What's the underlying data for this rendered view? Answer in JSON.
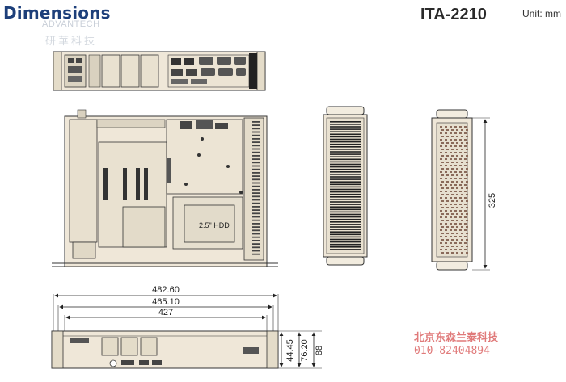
{
  "header": {
    "title": "Dimensions",
    "model": "ITA-2210",
    "unit": "Unit: mm"
  },
  "watermark": {
    "brand": "ADVANTECH",
    "brand_cn": "研華科技",
    "dealer": "北京东森兰泰科技",
    "phone": "010-82404894"
  },
  "labels": {
    "hdd": "2.5\" HDD"
  },
  "dimensions": {
    "depth": "325",
    "width_overall": "482.60",
    "width_ears": "465.10",
    "width_body": "427",
    "height_small": "44.45",
    "height_mid": "76.20",
    "height_total": "88"
  },
  "colors": {
    "chassis": "#efe7d8",
    "outline": "#333333",
    "title": "#1d3f7a",
    "watermark": "#e07a7a"
  }
}
